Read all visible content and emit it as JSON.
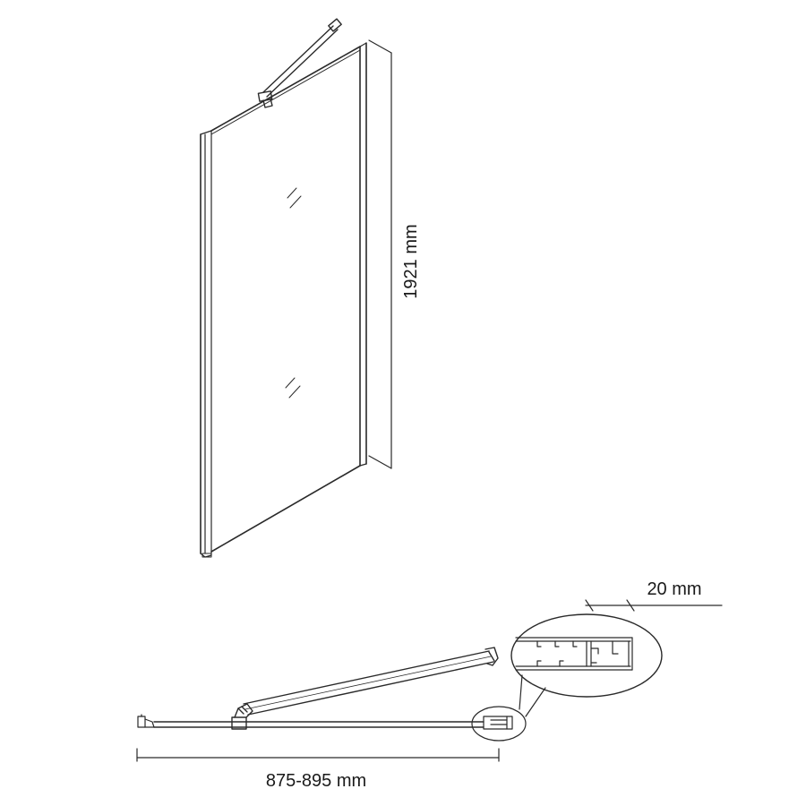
{
  "labels": {
    "height": "1921 mm",
    "width": "875-895 mm",
    "profile_depth": "20 mm"
  },
  "colors": {
    "stroke": "#2a2a2a",
    "text": "#1a1a1a",
    "background": "#ffffff"
  }
}
